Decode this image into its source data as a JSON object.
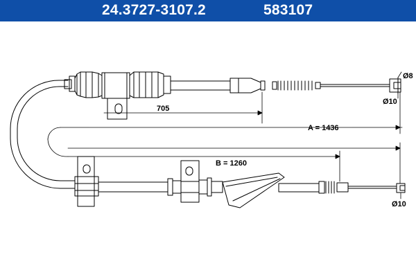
{
  "header": {
    "part_number": "24.3727-3107.2",
    "ref_number": "583107",
    "background_color": "#0f4fa8",
    "text_color": "#ffffff"
  },
  "dimensions": {
    "inner_length": "705",
    "total_a": "A = 1436",
    "total_b": "B = 1260",
    "top_end_pin": "Ø8",
    "top_end_fitting": "Ø10",
    "bottom_end_fitting": "Ø10"
  }
}
